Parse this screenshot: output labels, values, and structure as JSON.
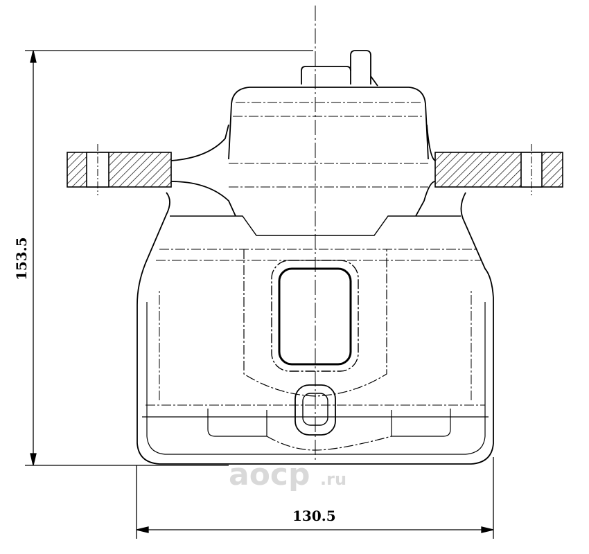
{
  "dimensions": {
    "height": "153.5",
    "width": "130.5"
  },
  "watermark": {
    "brand": "aocp",
    "suffix": ".ru",
    "color": "#d9d9d9"
  },
  "colors": {
    "line": "#000000",
    "background": "#ffffff"
  }
}
